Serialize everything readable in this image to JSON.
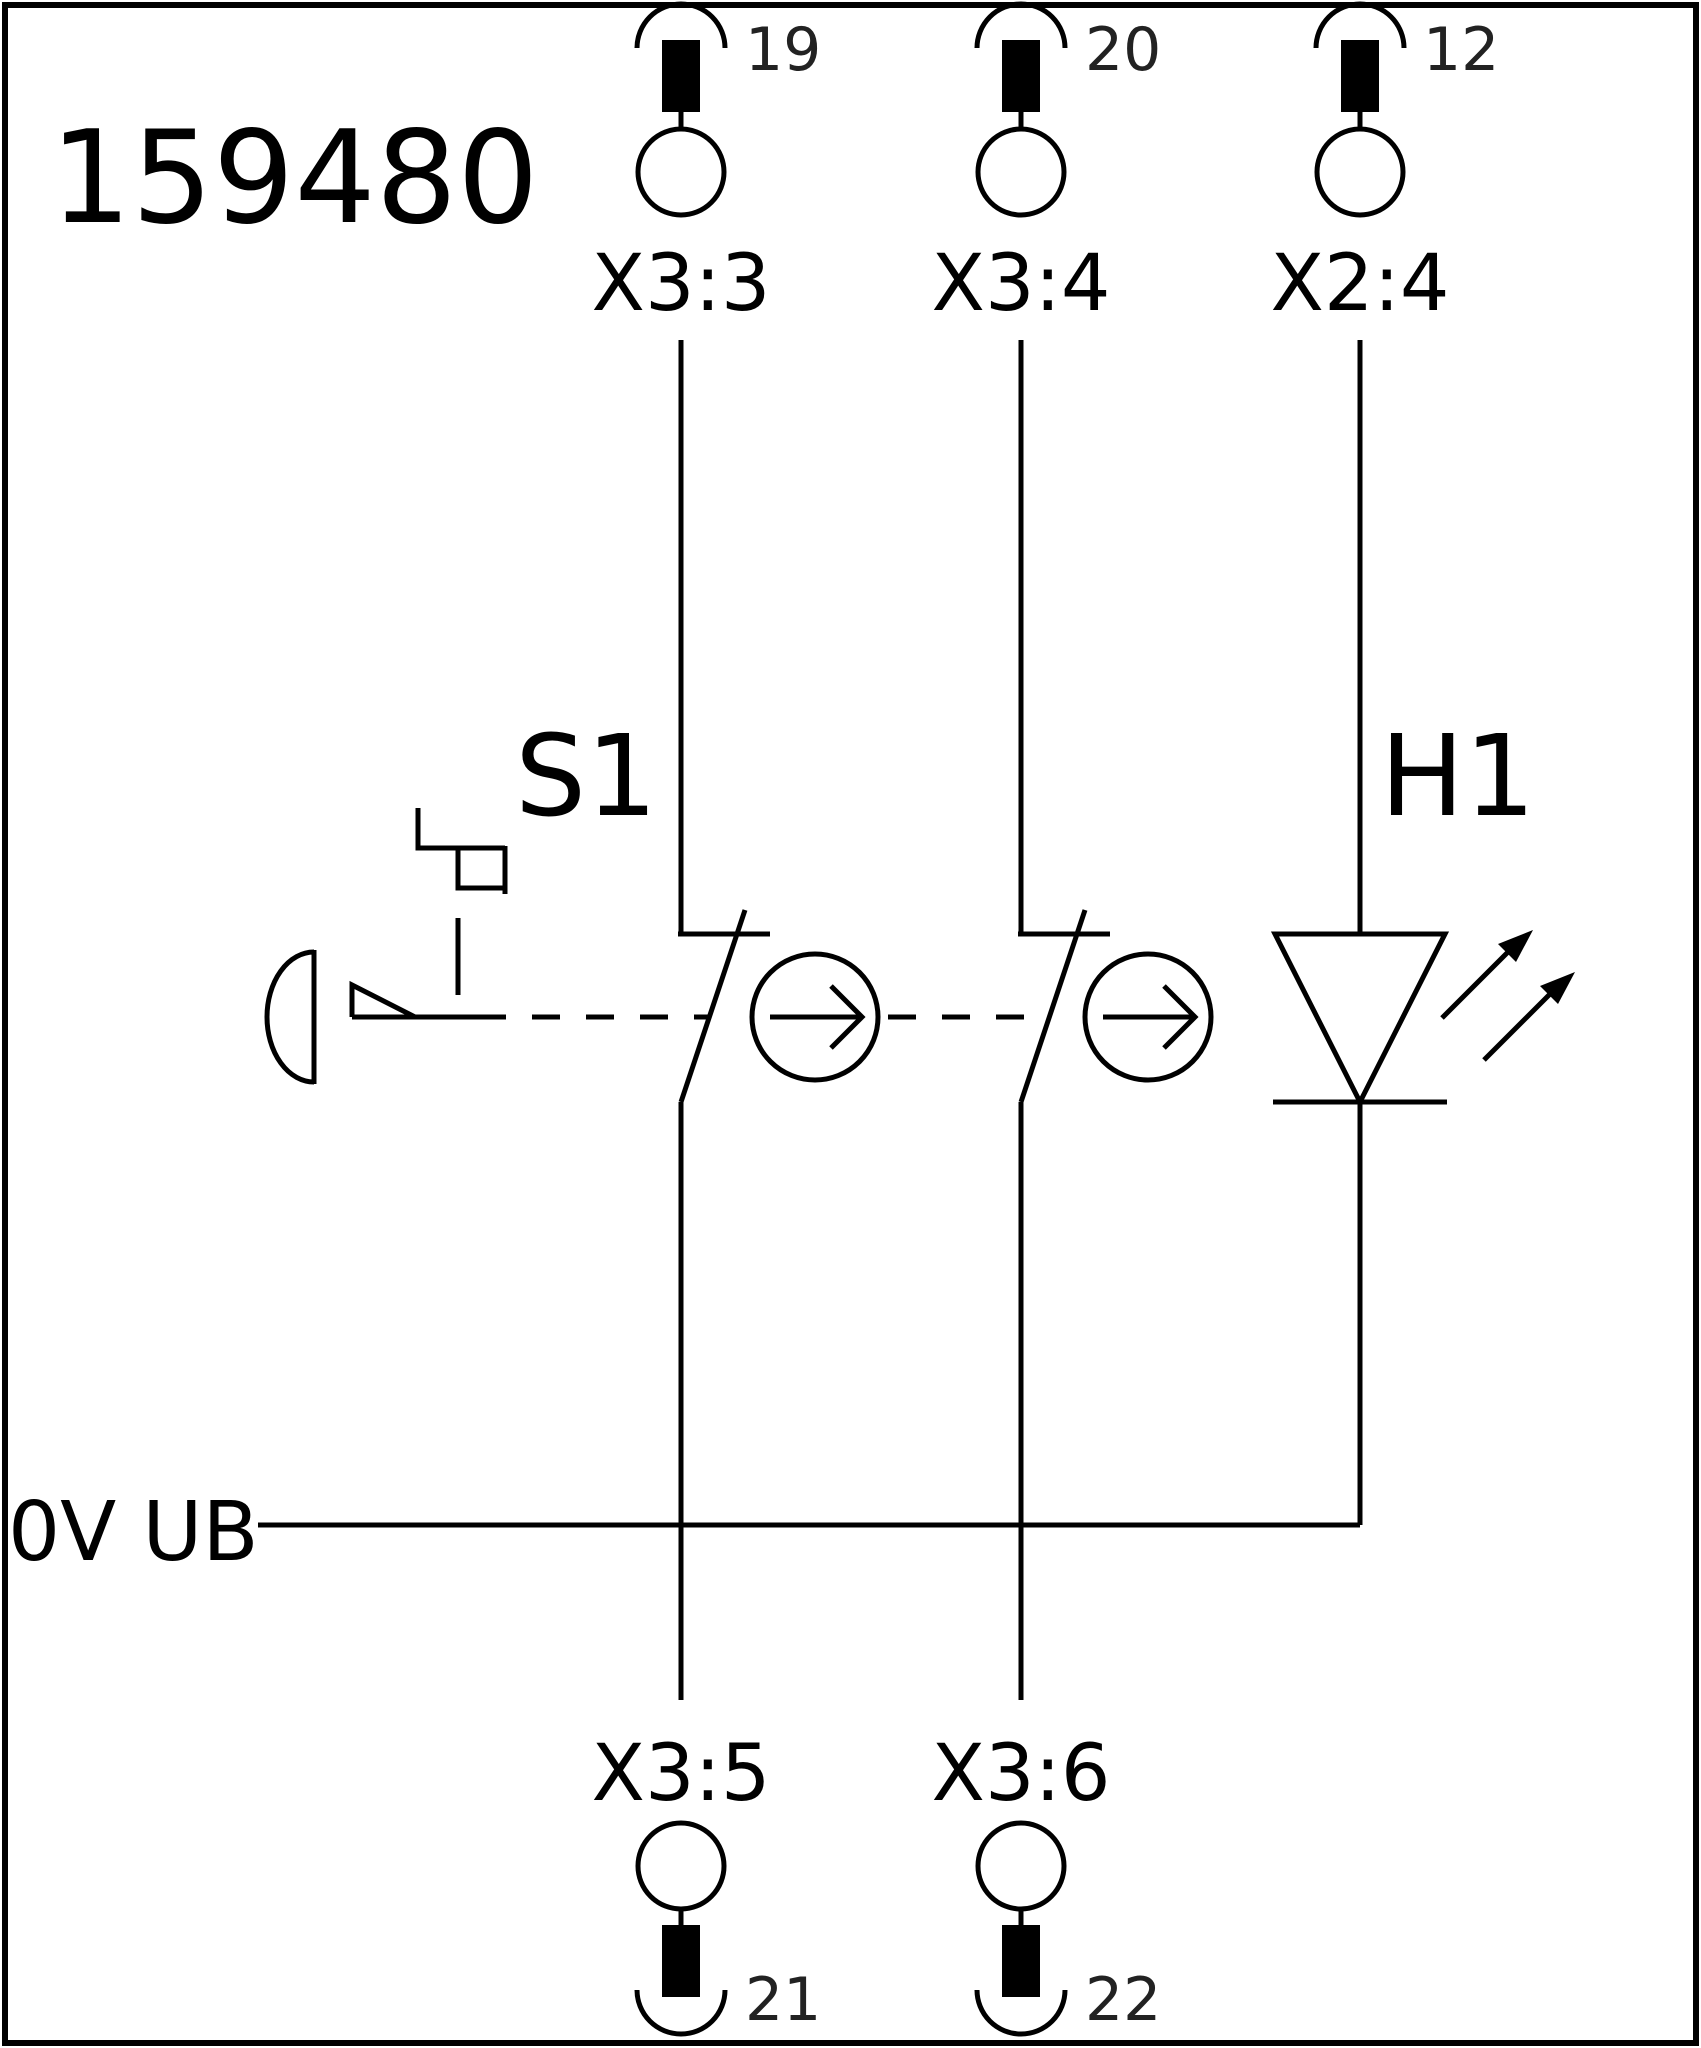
{
  "diagram": {
    "part_number": "159480",
    "components": {
      "switch": {
        "designator": "S1"
      },
      "lamp": {
        "designator": "H1"
      }
    },
    "bus_label": "0V UB",
    "top_terminals": [
      {
        "label": "X3:3",
        "pin": "19"
      },
      {
        "label": "X3:4",
        "pin": "20"
      },
      {
        "label": "X2:4",
        "pin": "12"
      }
    ],
    "bottom_terminals": [
      {
        "label": "X3:5",
        "pin": "21"
      },
      {
        "label": "X3:6",
        "pin": "22"
      }
    ]
  }
}
